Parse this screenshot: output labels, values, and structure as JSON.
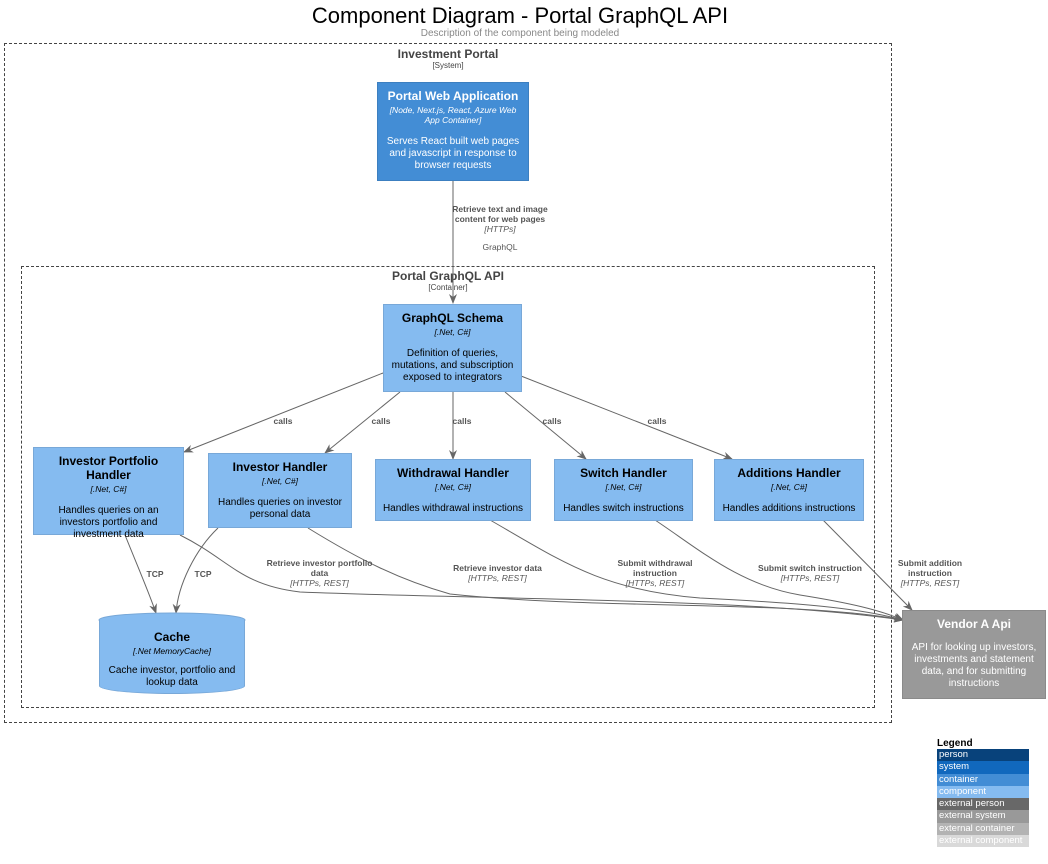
{
  "diagram": {
    "title": "Component Diagram - Portal GraphQL API",
    "subtitle": "Description of the component being modeled"
  },
  "boundaries": {
    "system": {
      "label": "Investment Portal",
      "type": "[System]"
    },
    "container": {
      "label": "Portal GraphQL API",
      "type": "[Container]"
    }
  },
  "nodes": {
    "web_app": {
      "title": "Portal Web Application",
      "tech": "[Node, Next.js, React, Azure Web App Container]",
      "desc": "Serves React built web pages and javascript in response to browser requests"
    },
    "schema": {
      "title": "GraphQL Schema",
      "tech": "[.Net, C#]",
      "desc": "Definition of queries, mutations, and subscription exposed to integrators"
    },
    "portfolio": {
      "title": "Investor Portfolio Handler",
      "tech": "[.Net, C#]",
      "desc": "Handles queries on an investors portfolio and investment data"
    },
    "investor": {
      "title": "Investor Handler",
      "tech": "[.Net, C#]",
      "desc": "Handles queries on investor personal data"
    },
    "withdrawal": {
      "title": "Withdrawal Handler",
      "tech": "[.Net, C#]",
      "desc": "Handles withdrawal instructions"
    },
    "switch": {
      "title": "Switch Handler",
      "tech": "[.Net, C#]",
      "desc": "Handles switch instructions"
    },
    "additions": {
      "title": "Additions Handler",
      "tech": "[.Net, C#]",
      "desc": "Handles additions instructions"
    },
    "cache": {
      "title": "Cache",
      "tech": "[.Net MemoryCache]",
      "desc": "Cache investor, portfolio and lookup data"
    },
    "vendor": {
      "title": "Vendor A Api",
      "desc": "API for looking up investors, investments and statement data, and for submitting instructions"
    }
  },
  "relations": {
    "web_to_schema": {
      "label": "Retrieve text and image content for web pages",
      "tech": "[HTTPs]",
      "extra": "GraphQL"
    },
    "calls": "calls",
    "tcp": "TCP",
    "portfolio_vendor": {
      "label": "Retrieve investor portfolio data",
      "tech": "[HTTPs, REST]"
    },
    "investor_vendor": {
      "label": "Retrieve investor data",
      "tech": "[HTTPs, REST]"
    },
    "withdrawal_vendor": {
      "label": "Submit withdrawal instruction",
      "tech": "[HTTPs, REST]"
    },
    "switch_vendor": {
      "label": "Submit switch instruction",
      "tech": "[HTTPs, REST]"
    },
    "additions_vendor": {
      "label": "Submit addition instruction",
      "tech": "[HTTPs, REST]"
    }
  },
  "legend": {
    "title": "Legend",
    "items": [
      {
        "label": "person",
        "color": "#08427B"
      },
      {
        "label": "system",
        "color": "#1168BD"
      },
      {
        "label": "container",
        "color": "#438DD5"
      },
      {
        "label": "component",
        "color": "#85BBF0"
      },
      {
        "label": "external person",
        "color": "#686868"
      },
      {
        "label": "external system",
        "color": "#999999"
      },
      {
        "label": "external container",
        "color": "#B3B3B3"
      },
      {
        "label": "external component",
        "color": "#D9D9D9"
      }
    ]
  }
}
